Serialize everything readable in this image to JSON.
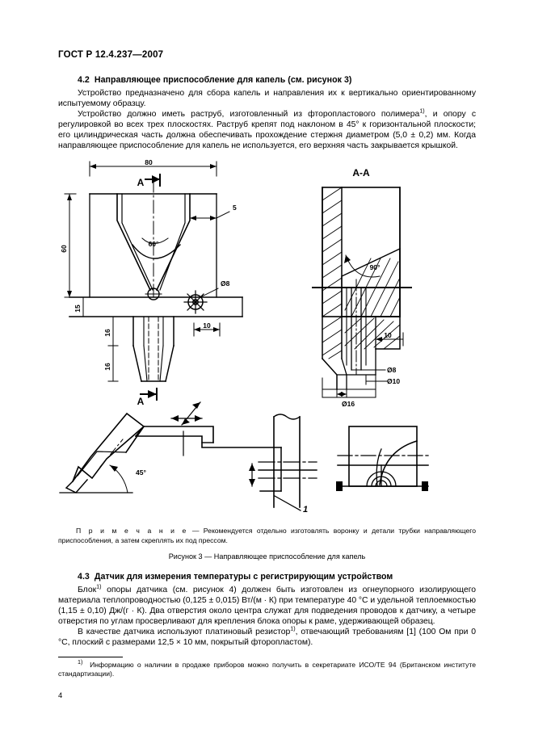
{
  "document": {
    "running_head": "ГОСТ Р 12.4.237—2007",
    "page_number": "4"
  },
  "section_42": {
    "number": "4.2",
    "title": "Направляющее приспособление для капель (см. рисунок 3)",
    "paragraphs": [
      "Устройство предназначено для сбора капель и направления их к вертикально ориентированному испытуемому образцу.",
      "Устройство должно иметь раструб, изготовленный из фторопластового полимера|1), и опору с регулировкой во всех трех плоскостях. Раструб крепят под наклоном в 45° к горизонтальной плоскости; его цилиндрическая часть должна обеспечивать прохождение стержня диаметром (5,0 ± 0,2) мм. Когда направляющее приспособление для капель не используется, его верхняя часть закрывается крышкой."
    ]
  },
  "figure": {
    "note_label": "П р и м е ч а н и е",
    "note_text": " — Рекомендуется отдельно изготовлять воронку и детали трубки направляющего приспособления, а затем скреплять их под прессом.",
    "caption": "Рисунок 3 — Направляющее приспособление для капель",
    "drawing": {
      "section_marker_top": "A",
      "section_marker_bottom": "A",
      "section_view_title": "A-A",
      "dimensions": {
        "width_80": "80",
        "height_60": "60",
        "wall_5": "5",
        "lower_15": "15",
        "tube_16_upper": "16",
        "tube_16_lower": "16",
        "offset_10": "10",
        "section_10": "10",
        "cone_angle": "60°",
        "section_angle": "90°",
        "dia_8_top": "Ø8",
        "dia_8_section": "Ø8",
        "dia_10": "Ø10",
        "dia_16": "Ø16",
        "tilt_angle": "45°",
        "callout_1": "1"
      }
    }
  },
  "section_43": {
    "number": "4.3",
    "title": "Датчик для измерения температуры с регистрирующим устройством",
    "paragraphs": [
      "Блок|1) опоры датчика (см. рисунок 4) должен быть изготовлен из огнеупорного изолирующего материала теплопроводностью (0,125 ± 0,015) Вт/(м · К) при температуре 40 °С и удельной теплоемкостью (1,15 ± 0,10) Дж/(г · К). Два отверстия около центра служат для подведения проводов к датчику, а четыре отверстия по углам просверливают для крепления блока опоры к раме, удерживающей образец.",
      "В качестве датчика используют платиновый резистор|1), отвечающий требованиям [1] (100 Ом при 0 °С, плоский с размерами 12,5 × 10 мм, покрытый фторопластом)."
    ]
  },
  "footnote": {
    "marker": "1)",
    "text": "Информацию о наличии в продаже приборов можно получить в секретариате ИСО/ТЕ 94 (Британском институте стандартизации)."
  },
  "colors": {
    "ink": "#000000",
    "paper": "#ffffff"
  }
}
